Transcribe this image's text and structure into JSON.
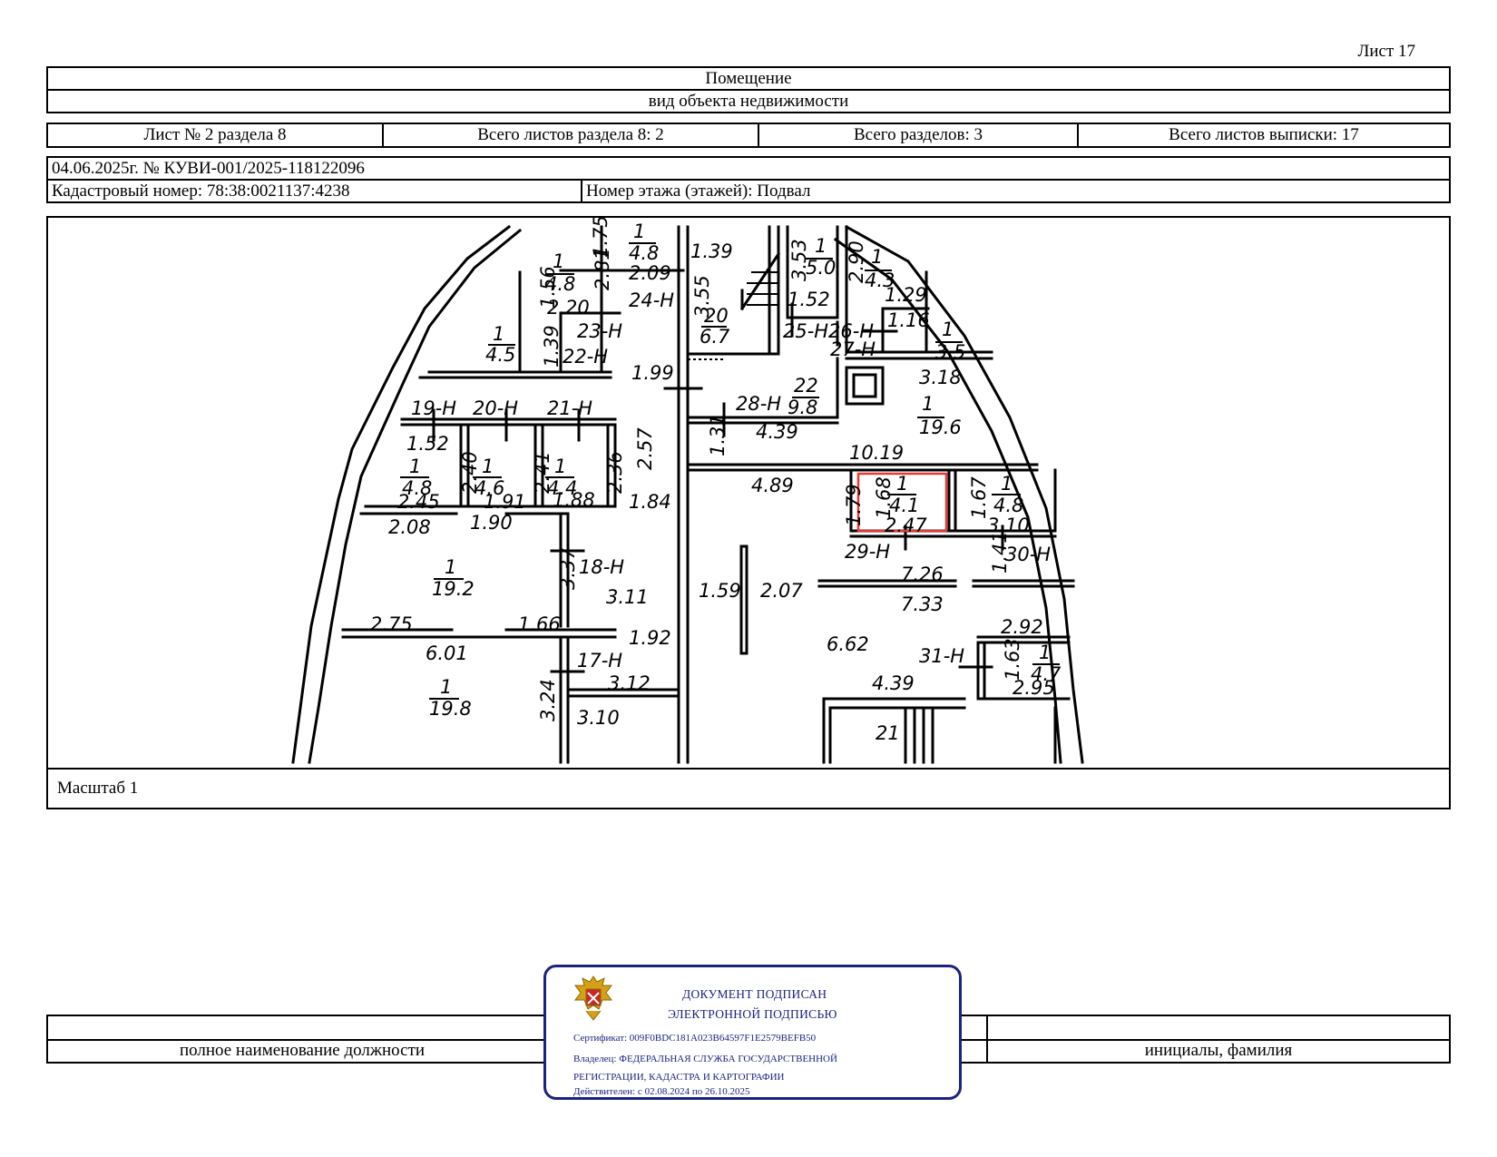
{
  "sheet_label": "Лист 17",
  "header": {
    "object_type": "Помещение",
    "object_type_caption": "вид объекта недвижимости"
  },
  "sheet_info": {
    "sheet_of_section": "Лист № 2 раздела 8",
    "total_sheets_section": "Всего листов раздела 8: 2",
    "total_sections": "Всего разделов: 3",
    "total_sheets_extract": "Всего листов выписки: 17"
  },
  "record": {
    "date_number": "04.06.2025г. № КУВИ-001/2025-118122096",
    "cadastral_number": "Кадастровый номер: 78:38:0021137:4238",
    "floor": "Номер этажа (этажей): Подвал"
  },
  "plan": {
    "scale": "Масштаб 1",
    "labels": {
      "l1_75": "1.75",
      "l1_top": "1",
      "l4_8a": "4.8",
      "l1_39a": "1.39",
      "l3_53": "3.53",
      "l1b": "1",
      "l5_0": "5.0",
      "l2_90": "2.90",
      "l1c": "1",
      "l4_3": "4.3",
      "l1d": "1",
      "l4_8b": "4.8",
      "l2_81": "2.81",
      "l2_09": "2.09",
      "l1_56": "1.56",
      "l3_55": "3.55",
      "l1_52a": "1.52",
      "l1_29": "1.29",
      "l2_20": "2.20",
      "l24h": "24-Н",
      "l20": "20",
      "l6_7": "6.7",
      "l1_16": "1.16",
      "l23h": "23-Н",
      "l25h": "25-Н",
      "l26h": "26-Н",
      "l1e": "1",
      "l4_5": "4.5",
      "l1_39b": "1.39",
      "l22h": "22-Н",
      "l27h": "27-Н",
      "l1f": "1",
      "l3_5": "3.5",
      "l1_99": "1.99",
      "l22": "22",
      "l9_8": "9.8",
      "l3_18": "3.18",
      "l28h": "28-Н",
      "l1g": "1",
      "l19_6": "19.6",
      "l19h": "19-Н",
      "l20h": "20-Н",
      "l21h": "21-Н",
      "l4_39a": "4.39",
      "l1_52b": "1.52",
      "l2_57": "2.57",
      "l1_31": "1.31",
      "l10_19": "10.19",
      "l1h": "1",
      "l4_8c": "4.8",
      "l2_40": "2.40",
      "l1i": "1",
      "l4_6": "4.6",
      "l2_41": "2.41",
      "l1j": "1",
      "l4_4": "4.4",
      "l2_36": "2.36",
      "l4_89": "4.89",
      "l1_79": "1.79",
      "l1_68": "1.68",
      "l1k": "1",
      "l4_1": "4.1",
      "l2_47": "2.47",
      "l1_67": "1.67",
      "l1l": "1",
      "l4_8d": "4.8",
      "l3_10a": "3.10",
      "l2_45": "2.45",
      "l1_91": "1.91",
      "l1_88": "1.88",
      "l1_84": "1.84",
      "l2_08": "2.08",
      "l1_90": "1.90",
      "l29h": "29-Н",
      "l1_41": "1.41",
      "l30h": "30-Н",
      "l1m": "1",
      "l19_2": "19.2",
      "l3_37": "3.37",
      "l18h": "18-Н",
      "l7_26": "7.26",
      "l3_11": "3.11",
      "l1_59": "1.59",
      "l2_07": "2.07",
      "l7_33": "7.33",
      "l2_75": "2.75",
      "l1_66": "1.66",
      "l2_92": "2.92",
      "l1_92": "1.92",
      "l6_01": "6.01",
      "l6_62": "6.62",
      "l17h": "17-Н",
      "l31h": "31-Н",
      "l1_63": "1.63",
      "l1n": "1",
      "l4_7": "4.7",
      "l1o": "1",
      "l19_8": "19.8",
      "l3_12": "3.12",
      "l4_39b": "4.39",
      "l2_95": "2.95",
      "l3_24": "3.24",
      "l3_10b": "3.10",
      "l21": "21"
    }
  },
  "signature": {
    "position_caption": "полное наименование должности",
    "name_caption": "инициалы, фамилия"
  },
  "stamp": {
    "line1": "ДОКУМЕНТ ПОДПИСАН",
    "line2": "ЭЛЕКТРОННОЙ ПОДПИСЬЮ",
    "certificate": "Сертификат: 009F0BDC181A023B64597F1E2579BEFB50",
    "owner1": "Владелец: ФЕДЕРАЛЬНАЯ СЛУЖБА ГОСУДАРСТВЕННОЙ",
    "owner2": "РЕГИСТРАЦИИ, КАДАСТРА И КАРТОГРАФИИ",
    "validity": "Действителен: с 02.08.2024 по 26.10.2025",
    "colors": {
      "border": "#1a237e",
      "highlight": "#e53935"
    }
  }
}
